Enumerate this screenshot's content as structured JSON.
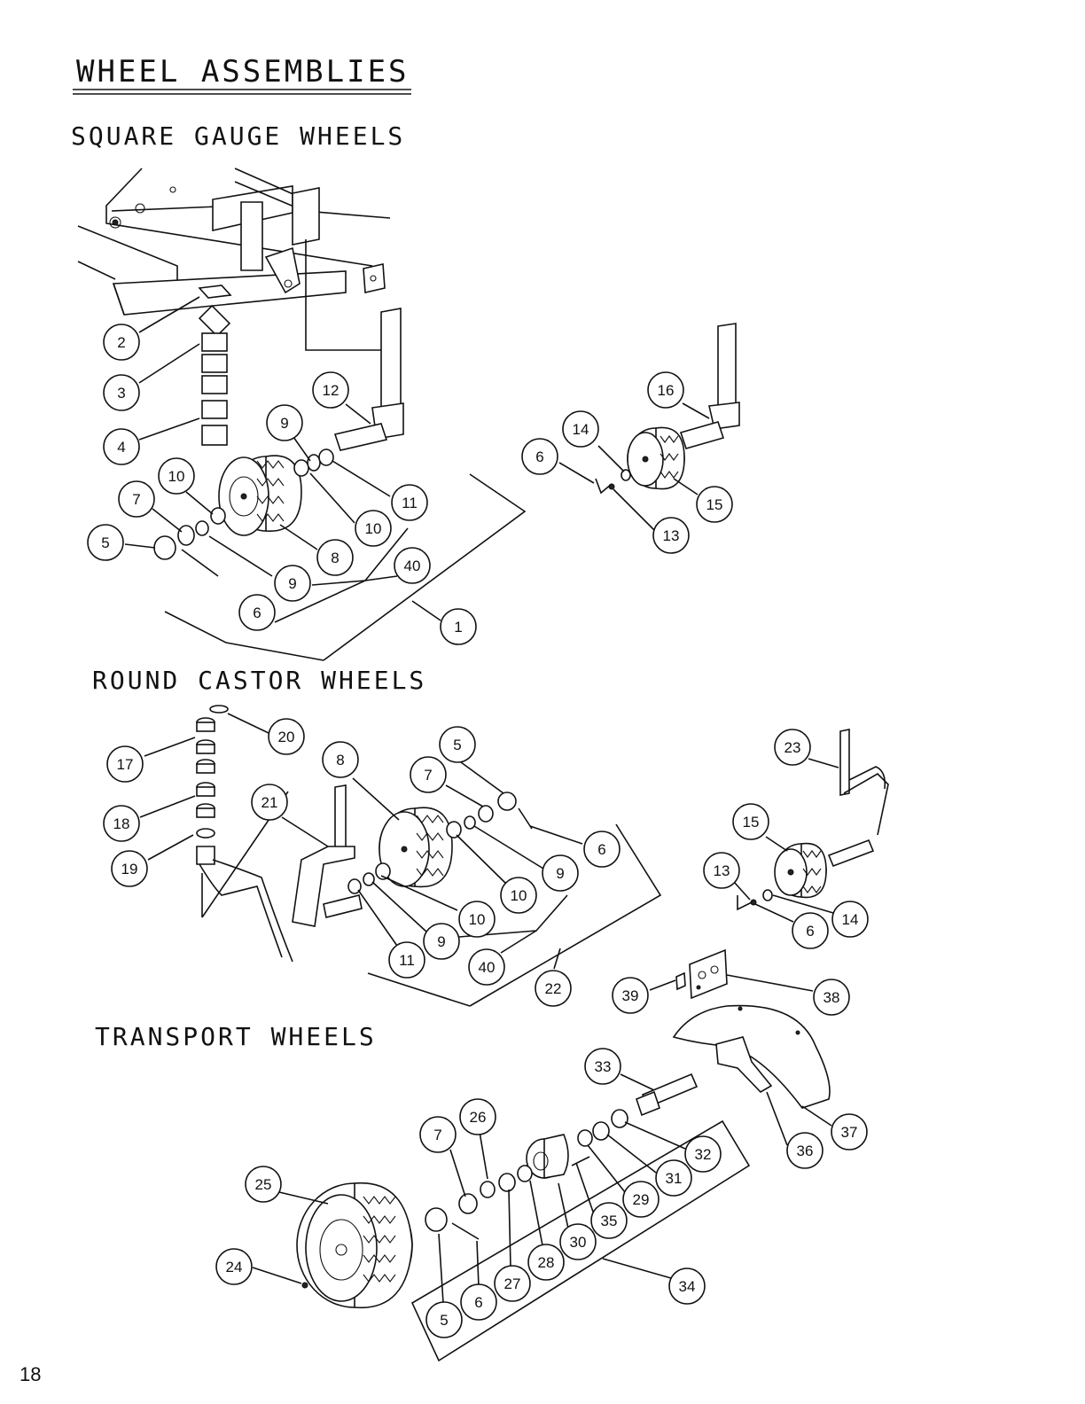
{
  "page": {
    "title": "WHEEL ASSEMBLIES",
    "page_number": "18"
  },
  "sections": [
    {
      "id": "square",
      "heading": "SQUARE GAUGE WHEELS"
    },
    {
      "id": "round",
      "heading": "ROUND CASTOR WHEELS"
    },
    {
      "id": "transport",
      "heading": "TRANSPORT WHEELS"
    }
  ],
  "callouts": [
    {
      "label": "2"
    },
    {
      "label": "3"
    },
    {
      "label": "4"
    },
    {
      "label": "5"
    },
    {
      "label": "7"
    },
    {
      "label": "10"
    },
    {
      "label": "9"
    },
    {
      "label": "12"
    },
    {
      "label": "11"
    },
    {
      "label": "10"
    },
    {
      "label": "8"
    },
    {
      "label": "9"
    },
    {
      "label": "40"
    },
    {
      "label": "6"
    },
    {
      "label": "1"
    },
    {
      "label": "16"
    },
    {
      "label": "14"
    },
    {
      "label": "6"
    },
    {
      "label": "15"
    },
    {
      "label": "13"
    },
    {
      "label": "20"
    },
    {
      "label": "17"
    },
    {
      "label": "18"
    },
    {
      "label": "19"
    },
    {
      "label": "21"
    },
    {
      "label": "8"
    },
    {
      "label": "5"
    },
    {
      "label": "7"
    },
    {
      "label": "6"
    },
    {
      "label": "9"
    },
    {
      "label": "10"
    },
    {
      "label": "10"
    },
    {
      "label": "9"
    },
    {
      "label": "11"
    },
    {
      "label": "40"
    },
    {
      "label": "22"
    },
    {
      "label": "23"
    },
    {
      "label": "15"
    },
    {
      "label": "13"
    },
    {
      "label": "14"
    },
    {
      "label": "6"
    },
    {
      "label": "39"
    },
    {
      "label": "38"
    },
    {
      "label": "33"
    },
    {
      "label": "26"
    },
    {
      "label": "7"
    },
    {
      "label": "25"
    },
    {
      "label": "32"
    },
    {
      "label": "31"
    },
    {
      "label": "29"
    },
    {
      "label": "35"
    },
    {
      "label": "30"
    },
    {
      "label": "28"
    },
    {
      "label": "27"
    },
    {
      "label": "24"
    },
    {
      "label": "6"
    },
    {
      "label": "5"
    },
    {
      "label": "34"
    },
    {
      "label": "36"
    },
    {
      "label": "37"
    }
  ]
}
